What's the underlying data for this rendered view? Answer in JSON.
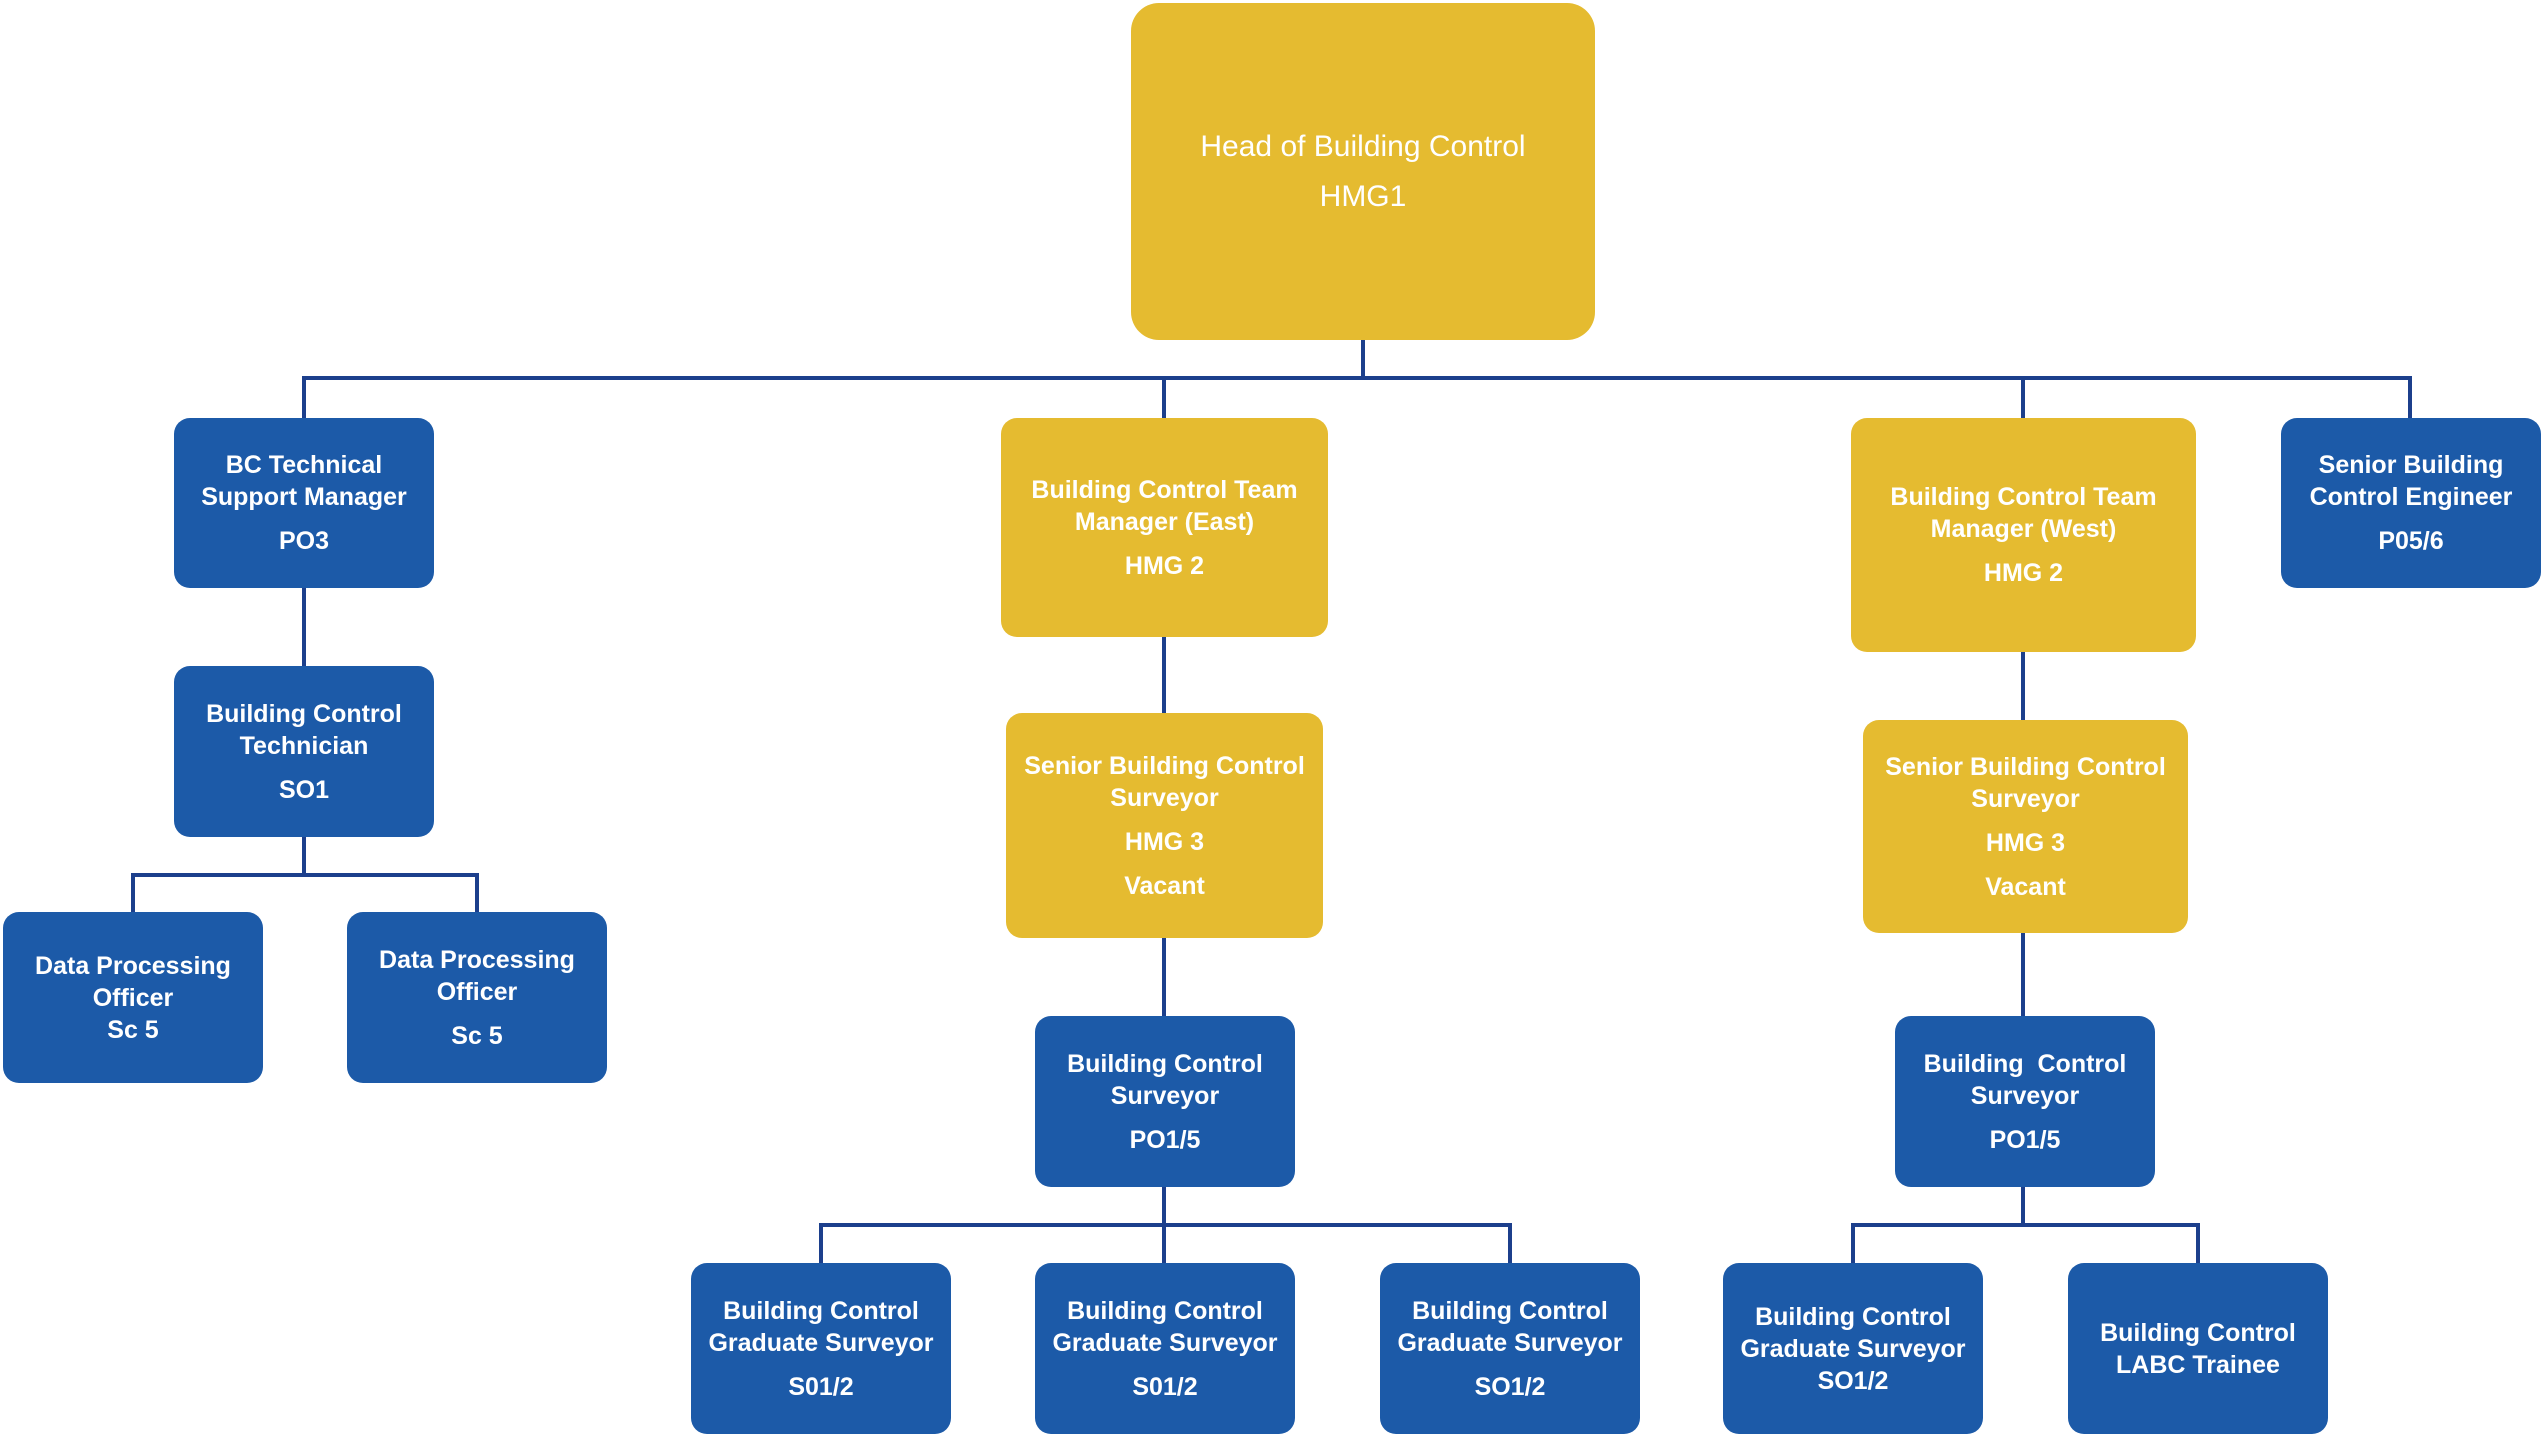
{
  "colors": {
    "gold": "#e5bb30",
    "blue": "#1c5aa8",
    "connector": "#1c3f8c",
    "text": "#ffffff"
  },
  "nodes": {
    "head": {
      "title": "Head of Building Control",
      "grade": "HMG1"
    },
    "bc_technical_support_manager": {
      "title": "BC Technical Support Manager",
      "grade": "PO3"
    },
    "team_manager_east": {
      "title": "Building Control Team Manager (East)",
      "grade": "HMG 2"
    },
    "team_manager_west": {
      "title": "Building Control Team Manager (West)",
      "grade": "HMG 2"
    },
    "senior_building_control_engineer": {
      "title": "Senior Building Control Engineer",
      "grade": "P05/6"
    },
    "building_control_technician": {
      "title": "Building Control Technician",
      "grade": "SO1"
    },
    "senior_surveyor_east": {
      "title": "Senior Building Control Surveyor",
      "grade": "HMG 3",
      "note": "Vacant"
    },
    "senior_surveyor_west": {
      "title": "Senior Building Control Surveyor",
      "grade": "HMG 3",
      "note": "Vacant"
    },
    "data_processing_officer_1": {
      "title": "Data Processing Officer",
      "grade": "Sc 5"
    },
    "data_processing_officer_2": {
      "title": "Data Processing Officer",
      "grade": "Sc 5"
    },
    "surveyor_east": {
      "title": "Building Control Surveyor",
      "grade": "PO1/5"
    },
    "surveyor_west": {
      "title": "Building  Control Surveyor",
      "grade": "PO1/5"
    },
    "graduate_surveyor_1": {
      "title": "Building Control Graduate Surveyor",
      "grade": "S01/2"
    },
    "graduate_surveyor_2": {
      "title": "Building Control Graduate Surveyor",
      "grade": "S01/2"
    },
    "graduate_surveyor_3": {
      "title": "Building Control Graduate Surveyor",
      "grade": "SO1/2"
    },
    "graduate_surveyor_4": {
      "title": "Building Control Graduate Surveyor",
      "grade": "SO1/2"
    },
    "labc_trainee": {
      "title": "Building Control LABC Trainee"
    }
  }
}
